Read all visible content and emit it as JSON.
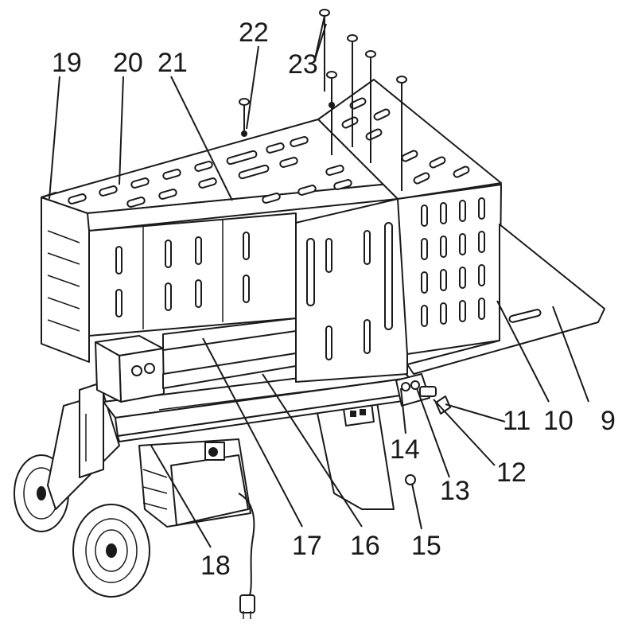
{
  "callouts": {
    "c9": "9",
    "c10": "10",
    "c11": "11",
    "c12": "12",
    "c13": "13",
    "c14": "14",
    "c15": "15",
    "c16": "16",
    "c17": "17",
    "c18": "18",
    "c19": "19",
    "c20": "20",
    "c21": "21",
    "c22": "22",
    "c23": "23"
  },
  "colors": {
    "line": "#1a1a1a",
    "background": "#ffffff"
  }
}
